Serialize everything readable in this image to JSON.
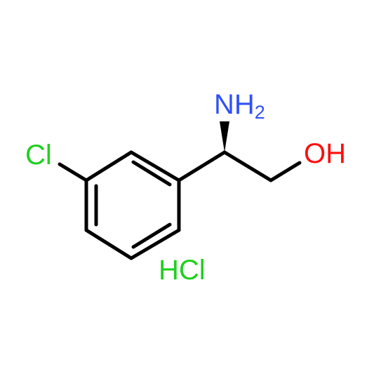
{
  "molecule": {
    "atoms": {
      "amine_label": "NH",
      "amine_subscript": "2",
      "hydroxyl_label": "OH",
      "chloro_label": "Cl",
      "salt_label": "HCl"
    },
    "colors": {
      "bond": "#000000",
      "nitrogen": "#3050f8",
      "oxygen": "#ff0d0d",
      "chlorine": "#1fd01f",
      "background": "#ffffff"
    }
  }
}
